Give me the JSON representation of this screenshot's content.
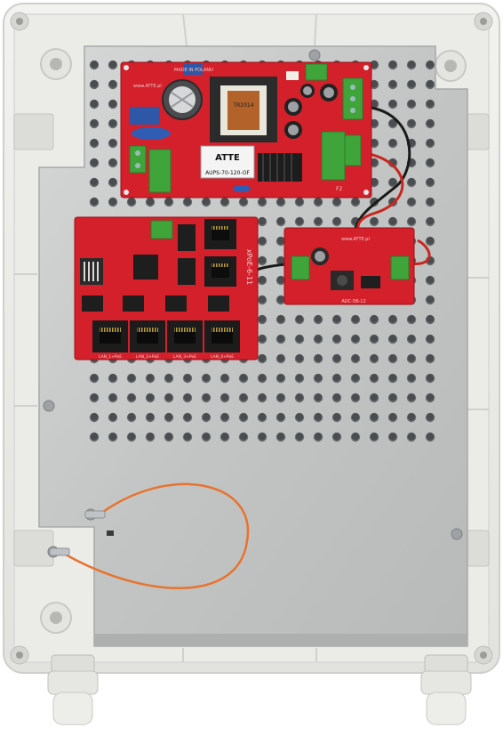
{
  "psu": {
    "brand": "ATTE",
    "model": "AUPS-70-120-OF",
    "made_in": "MADE IN POLAND",
    "website": "www.ATTE.pl",
    "fuse_label": "F2",
    "transformer_code": "TR2014"
  },
  "poe_switch": {
    "name": "xPoE-6-11",
    "ports": [
      "LAN_1+PoE",
      "LAN_2+PoE",
      "LAN_3+PoE",
      "LAN_4+PoE"
    ]
  },
  "dc_converter": {
    "name": "ADC-5B-12",
    "website": "www.ATTE.pl"
  },
  "colors": {
    "pcb": "#d3202a",
    "enclosure": "#ececea",
    "mounting_plate": "#c9cbcb",
    "terminal": "#3fa53b",
    "ground_wire": "#e8732e"
  }
}
